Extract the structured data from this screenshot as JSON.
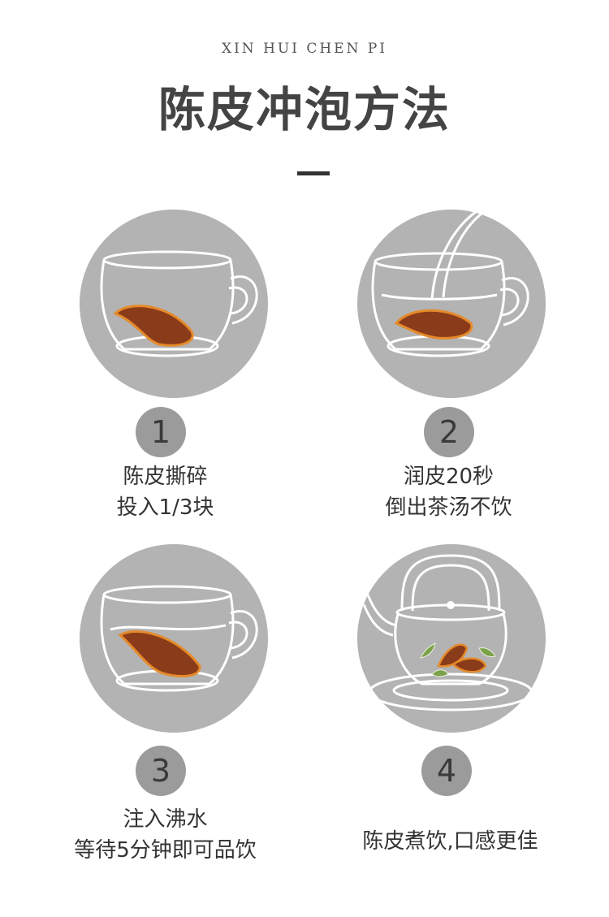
{
  "header": {
    "subtitle": "XIN HUI CHEN PI",
    "title": "陈皮冲泡方法"
  },
  "colors": {
    "circle_bg": "#b3b3b3",
    "number_bg": "#9b9b9b",
    "peel": "#8a3b1a",
    "peel_edge": "#e58a2a"
  },
  "steps": [
    {
      "number": "1",
      "line1": "陈皮撕碎",
      "line2": "投入1/3块"
    },
    {
      "number": "2",
      "line1": "润皮20秒",
      "line2": "倒出茶汤不饮"
    },
    {
      "number": "3",
      "line1": "注入沸水",
      "line2": "等待5分钟即可品饮"
    },
    {
      "number": "4",
      "line1": "陈皮煮饮,口感更佳",
      "line2": ""
    }
  ]
}
